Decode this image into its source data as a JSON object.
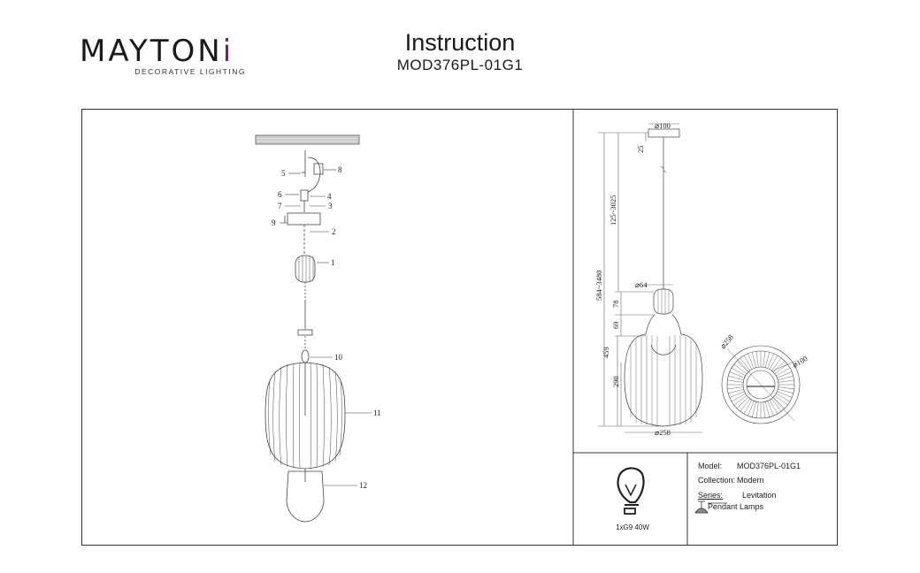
{
  "brand": {
    "name": "MAYTONi",
    "tagline": "DECORATIVE LIGHTING",
    "accent_color": "#7a1f6b"
  },
  "header": {
    "title": "Instruction",
    "model_code": "MOD376PL-01G1"
  },
  "assembly_diagram": {
    "part_labels": [
      "1",
      "2",
      "3",
      "4",
      "5",
      "6",
      "7",
      "8",
      "9",
      "10",
      "11",
      "12"
    ]
  },
  "dimension_drawing": {
    "dims": {
      "canopy_diameter": "⌀100",
      "canopy_height": "25",
      "cable_length": "125~3025",
      "total_height": "584~3480",
      "connector_diameter": "⌀64",
      "connector_height": "78",
      "neck_height": "69",
      "shade_height": "459",
      "lower_shade_height": "290",
      "shade_diameter": "⌀258",
      "top_view_diameter": "⌀258",
      "top_view_canopy_diameter": "⌀100"
    }
  },
  "specs": {
    "model_label": "Model:",
    "model_value": "MOD376PL-01G1",
    "collection_label": "Collection:",
    "collection_value": "Modern",
    "series_label": "Series:",
    "series_value": "Levitation",
    "type_value": "Pendant Lamps",
    "bulb": "1xG9 40W"
  },
  "icons": [
    "bulb-icon",
    "pendant-lamp-icon"
  ]
}
